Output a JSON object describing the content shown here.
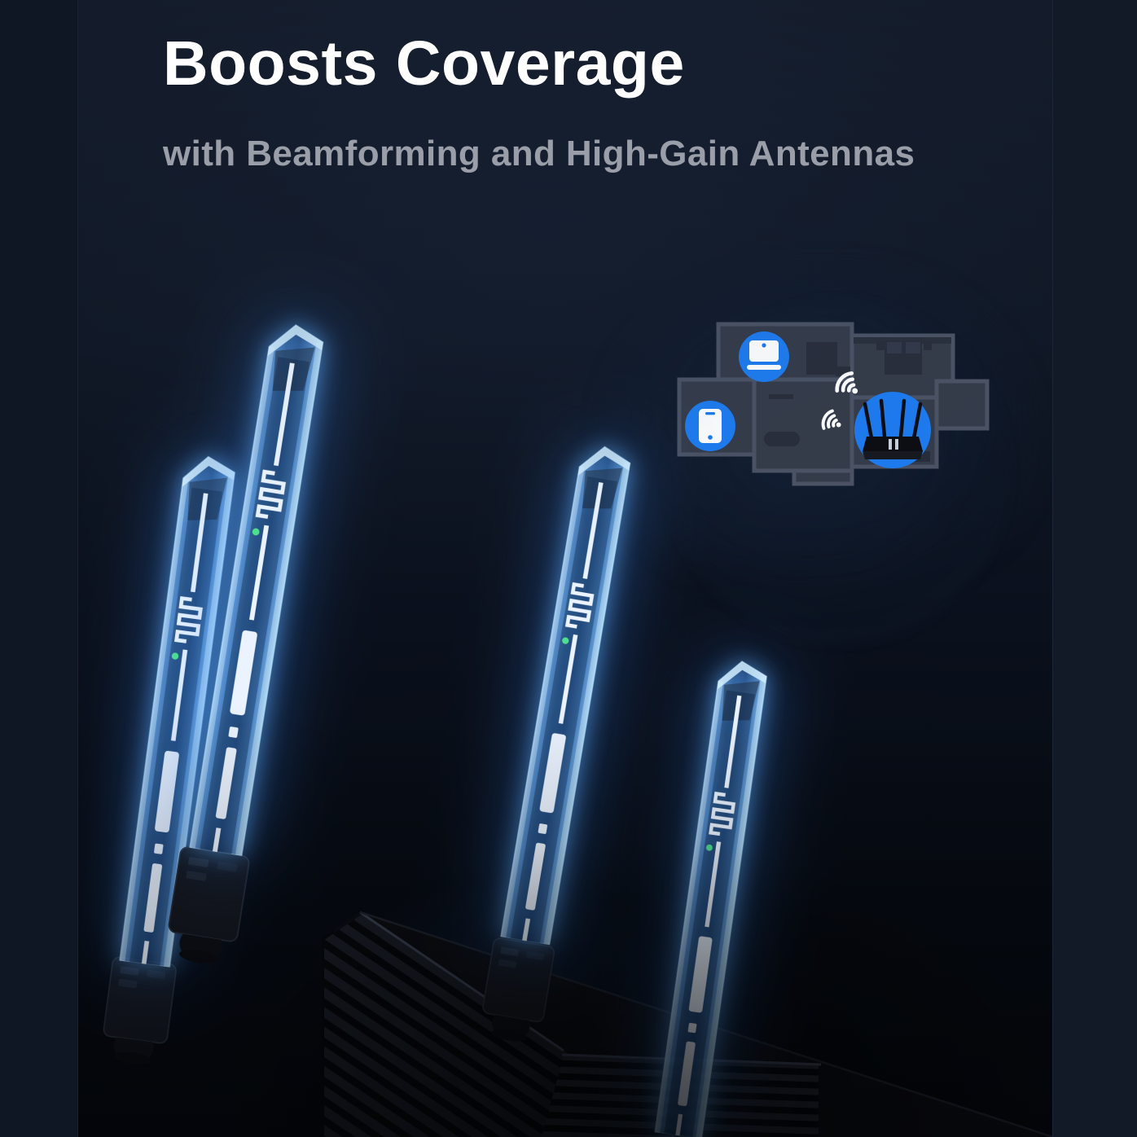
{
  "header": {
    "title": "Boosts Coverage",
    "subtitle": "with Beamforming and High-Gain Antennas"
  },
  "colors": {
    "accent_blue": "#1d7bef",
    "icon_white": "#ffffff",
    "trace_white": "#eaf3ff",
    "led_green": "#4ee08c",
    "wall": "#4a5263",
    "floor": "#343b49",
    "furniture": "#272d3a",
    "furniture_light": "#313848",
    "router_dark": "#0b0d12",
    "antenna_glow": "#5aa8ff",
    "title": "#ffffff",
    "subtitle": "#999ea8"
  },
  "floorplan": {
    "devices": [
      {
        "icon": "laptop-icon"
      },
      {
        "icon": "smartphone-icon"
      },
      {
        "icon": "router-icon"
      }
    ],
    "signals": [
      {
        "icon": "wifi-signal-icon"
      },
      {
        "icon": "wifi-signal-icon"
      }
    ]
  },
  "product": {
    "antenna_count": 4,
    "antennas": [
      {
        "icon": "antenna-rod"
      },
      {
        "icon": "antenna-rod"
      },
      {
        "icon": "antenna-rod"
      },
      {
        "icon": "antenna-rod"
      }
    ]
  }
}
